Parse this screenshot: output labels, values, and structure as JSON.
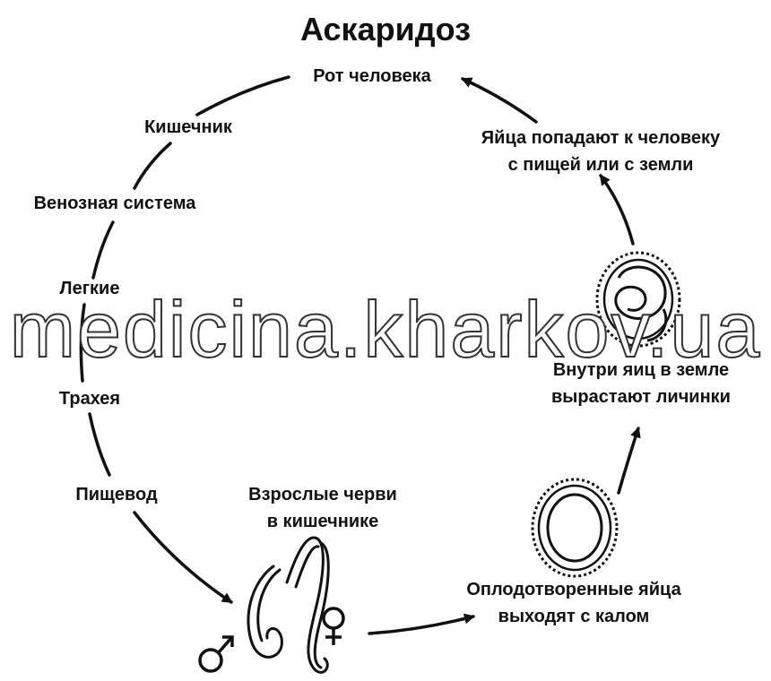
{
  "title": "Аскаридоз",
  "stages": {
    "mouth": "Рот человека",
    "intestine": "Кишечник",
    "venous": "Венозная система",
    "lungs": "Легкие",
    "trachea": "Трахея",
    "esophagus": "Пищевод",
    "adults_line1": "Взрослые черви",
    "adults_line2": "в кишечнике",
    "fertilized_line1": "Оплодотворенные яйца",
    "fertilized_line2": "выходят с калом",
    "larvae_line1": "Внутри яиц в земле",
    "larvae_line2": "вырастают личинки",
    "infection_line1": "Яйца попадают к человеку",
    "infection_line2": "с пищей или с земли"
  },
  "symbols": {
    "male": "♂",
    "female": "♀"
  },
  "watermark": "medicina.kharkov.ua",
  "colors": {
    "ink": "#111111",
    "background": "#ffffff"
  }
}
